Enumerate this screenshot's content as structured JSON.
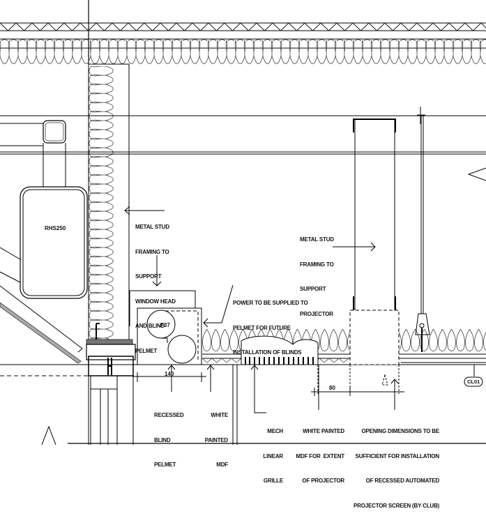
{
  "drawing": {
    "labels": {
      "rhs": "RHS250",
      "fixture": "F37",
      "callout": "CL01"
    },
    "dimensions": {
      "pelmet_width": "140",
      "mdf_offset": "80"
    },
    "notes": {
      "stud_window": [
        "METAL STUD",
        "FRAMING TO",
        "SUPPORT",
        "WINDOW HEAD",
        "AND BLIND",
        "PELMET"
      ],
      "power": [
        "POWER TO BE SUPPLIED TO",
        "PELMET FOR FUTURE",
        "INSTALLATION OF BLINDS"
      ],
      "stud_projector": [
        "METAL STUD",
        "FRAMING TO",
        "SUPPORT",
        "PROJECTOR"
      ],
      "pelmet": [
        "RECESSED",
        "BLIND",
        "PELMET"
      ],
      "white_mdf": [
        "WHITE",
        "PAINTED",
        "MDF"
      ],
      "grille": [
        "MECH",
        "LINEAR",
        "GRILLE"
      ],
      "mdf_projector": [
        "WHITE PAINTED",
        "MDF FOR  EXTENT",
        "OF PROJECTOR"
      ],
      "opening": [
        "OPENING DIMENSIONS TO BE",
        "SUFFICIENT FOR INSTALLATION",
        "OF RECESSED AUTOMATED",
        "PROJECTOR SCREEN (BY CLUB)"
      ]
    }
  }
}
